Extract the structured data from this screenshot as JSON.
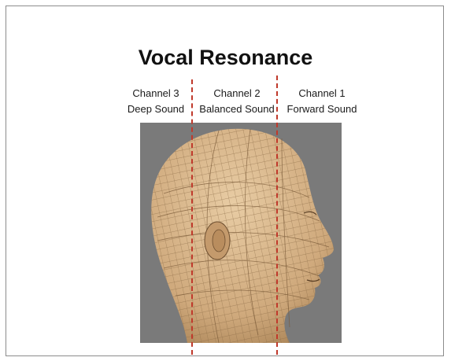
{
  "title": "Vocal Resonance",
  "channels": [
    {
      "name": "Channel 3",
      "desc": "Deep Sound"
    },
    {
      "name": "Channel 2",
      "desc": "Balanced Sound"
    },
    {
      "name": "Channel 1",
      "desc": "Forward Sound"
    }
  ],
  "colors": {
    "divider": "#c0392b",
    "photo_background": "#7a7a7a",
    "skin": "#d9b98f"
  },
  "icons": {
    "photo": "wireframe-head-profile"
  }
}
